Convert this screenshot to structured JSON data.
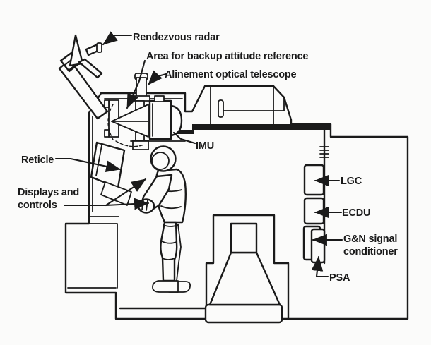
{
  "diagram": {
    "ink_color": "#1a1a1a",
    "background_color": "#fbfbfa",
    "labels": {
      "rendezvous_radar": "Rendezvous radar",
      "backup_attitude_reference": "Area for backup attitude reference",
      "alinement_optical_telescope": "Alinement optical telescope",
      "imu": "IMU",
      "reticle": "Reticle",
      "displays_and_controls_line1": "Displays and",
      "displays_and_controls_line2": "controls",
      "lgc": "LGC",
      "ecdu": "ECDU",
      "gn_signal_conditioner_line1": "G&N signal",
      "gn_signal_conditioner_line2": "conditioner",
      "psa": "PSA"
    }
  }
}
